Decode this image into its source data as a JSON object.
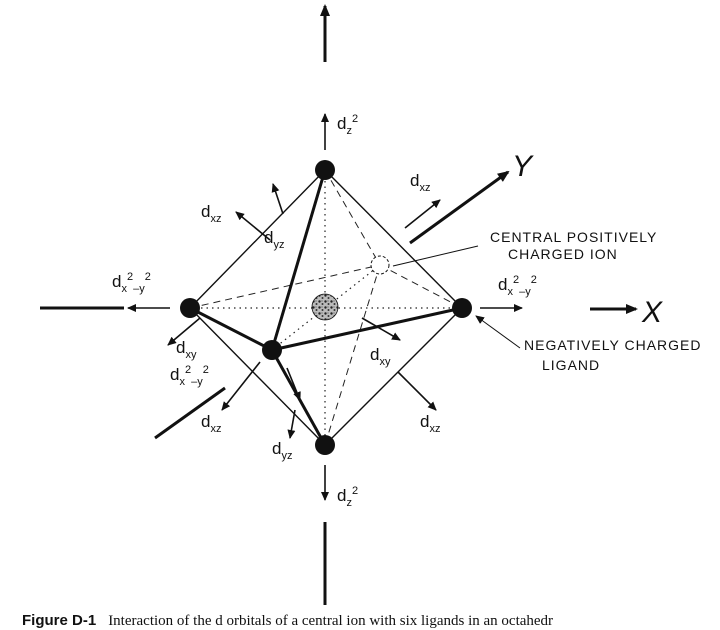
{
  "orbitals": {
    "z2": {
      "base": "d",
      "sub": "z",
      "sup": "2"
    },
    "xz": {
      "base": "d",
      "sub": "xz"
    },
    "yz": {
      "base": "d",
      "sub": "yz"
    },
    "xy": {
      "base": "d",
      "sub": "xy"
    },
    "x2y2": {
      "base": "d",
      "sub1": "x",
      "sup1": "2",
      "sub2": "–y",
      "sup2": "2"
    }
  },
  "axes": {
    "x": "X",
    "y": "Y"
  },
  "labels": {
    "central_ion_line1": "CENTRAL POSITIVELY",
    "central_ion_line2": "CHARGED ION",
    "ligand_line1": "NEGATIVELY CHARGED",
    "ligand_line2": "LIGAND"
  },
  "caption": {
    "figure": "Figure D-1",
    "text": "Interaction of the d orbitals of a central ion with six ligands in an octahedr"
  }
}
